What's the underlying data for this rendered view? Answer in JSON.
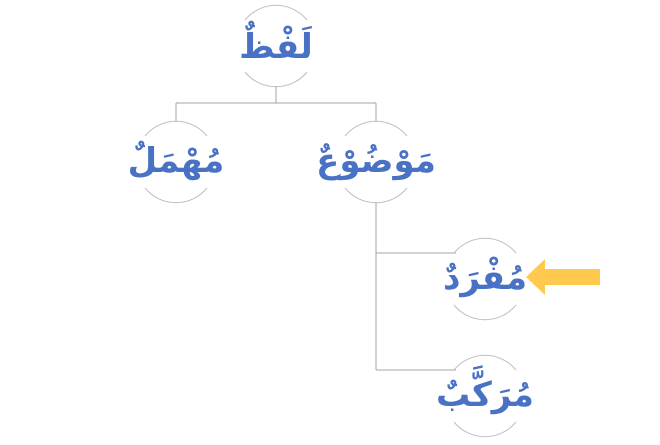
{
  "diagram": {
    "nodes": {
      "root": "لَفْظٌ",
      "mawdu": "مَوْضُوْعٌ",
      "muhmal": "مُهْمَلٌ",
      "mufrad": "مُفْرَدٌ",
      "murakkab": "مُرَكَّبٌ"
    },
    "colors": {
      "label": "#4a72c4",
      "connector": "#a6a6a6",
      "node_outline": "#bfbfbf",
      "arrow": "#ffc94d"
    },
    "highlight": "mufrad"
  }
}
